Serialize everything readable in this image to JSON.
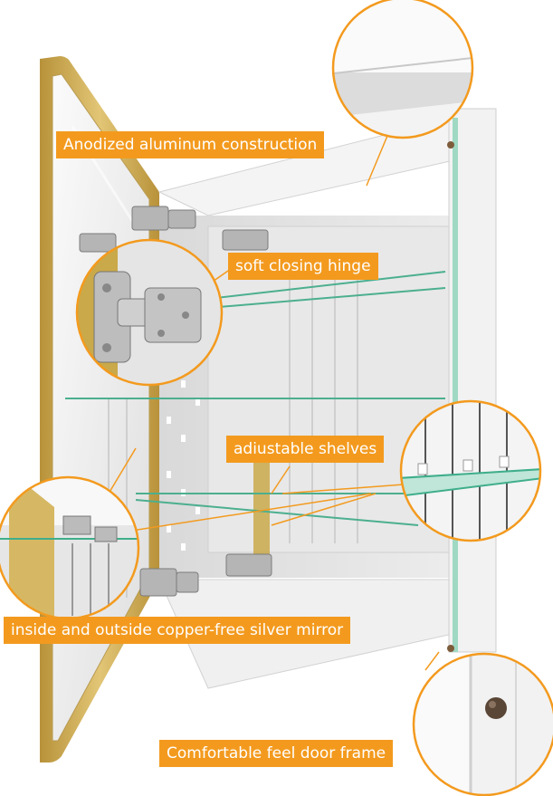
{
  "callouts": {
    "construction": "Anodized aluminum construction",
    "hinge": "soft closing hinge",
    "shelves": "adiustable shelves",
    "mirror": "inside and outside  copper-free silver mirror",
    "frame": "Comfortable feel door frame"
  },
  "colors": {
    "accent": "#f39a1e",
    "gold_frame": "#c9a94a",
    "cabinet_white": "#f1f1f1",
    "glass_edge": "#3fae8b"
  }
}
